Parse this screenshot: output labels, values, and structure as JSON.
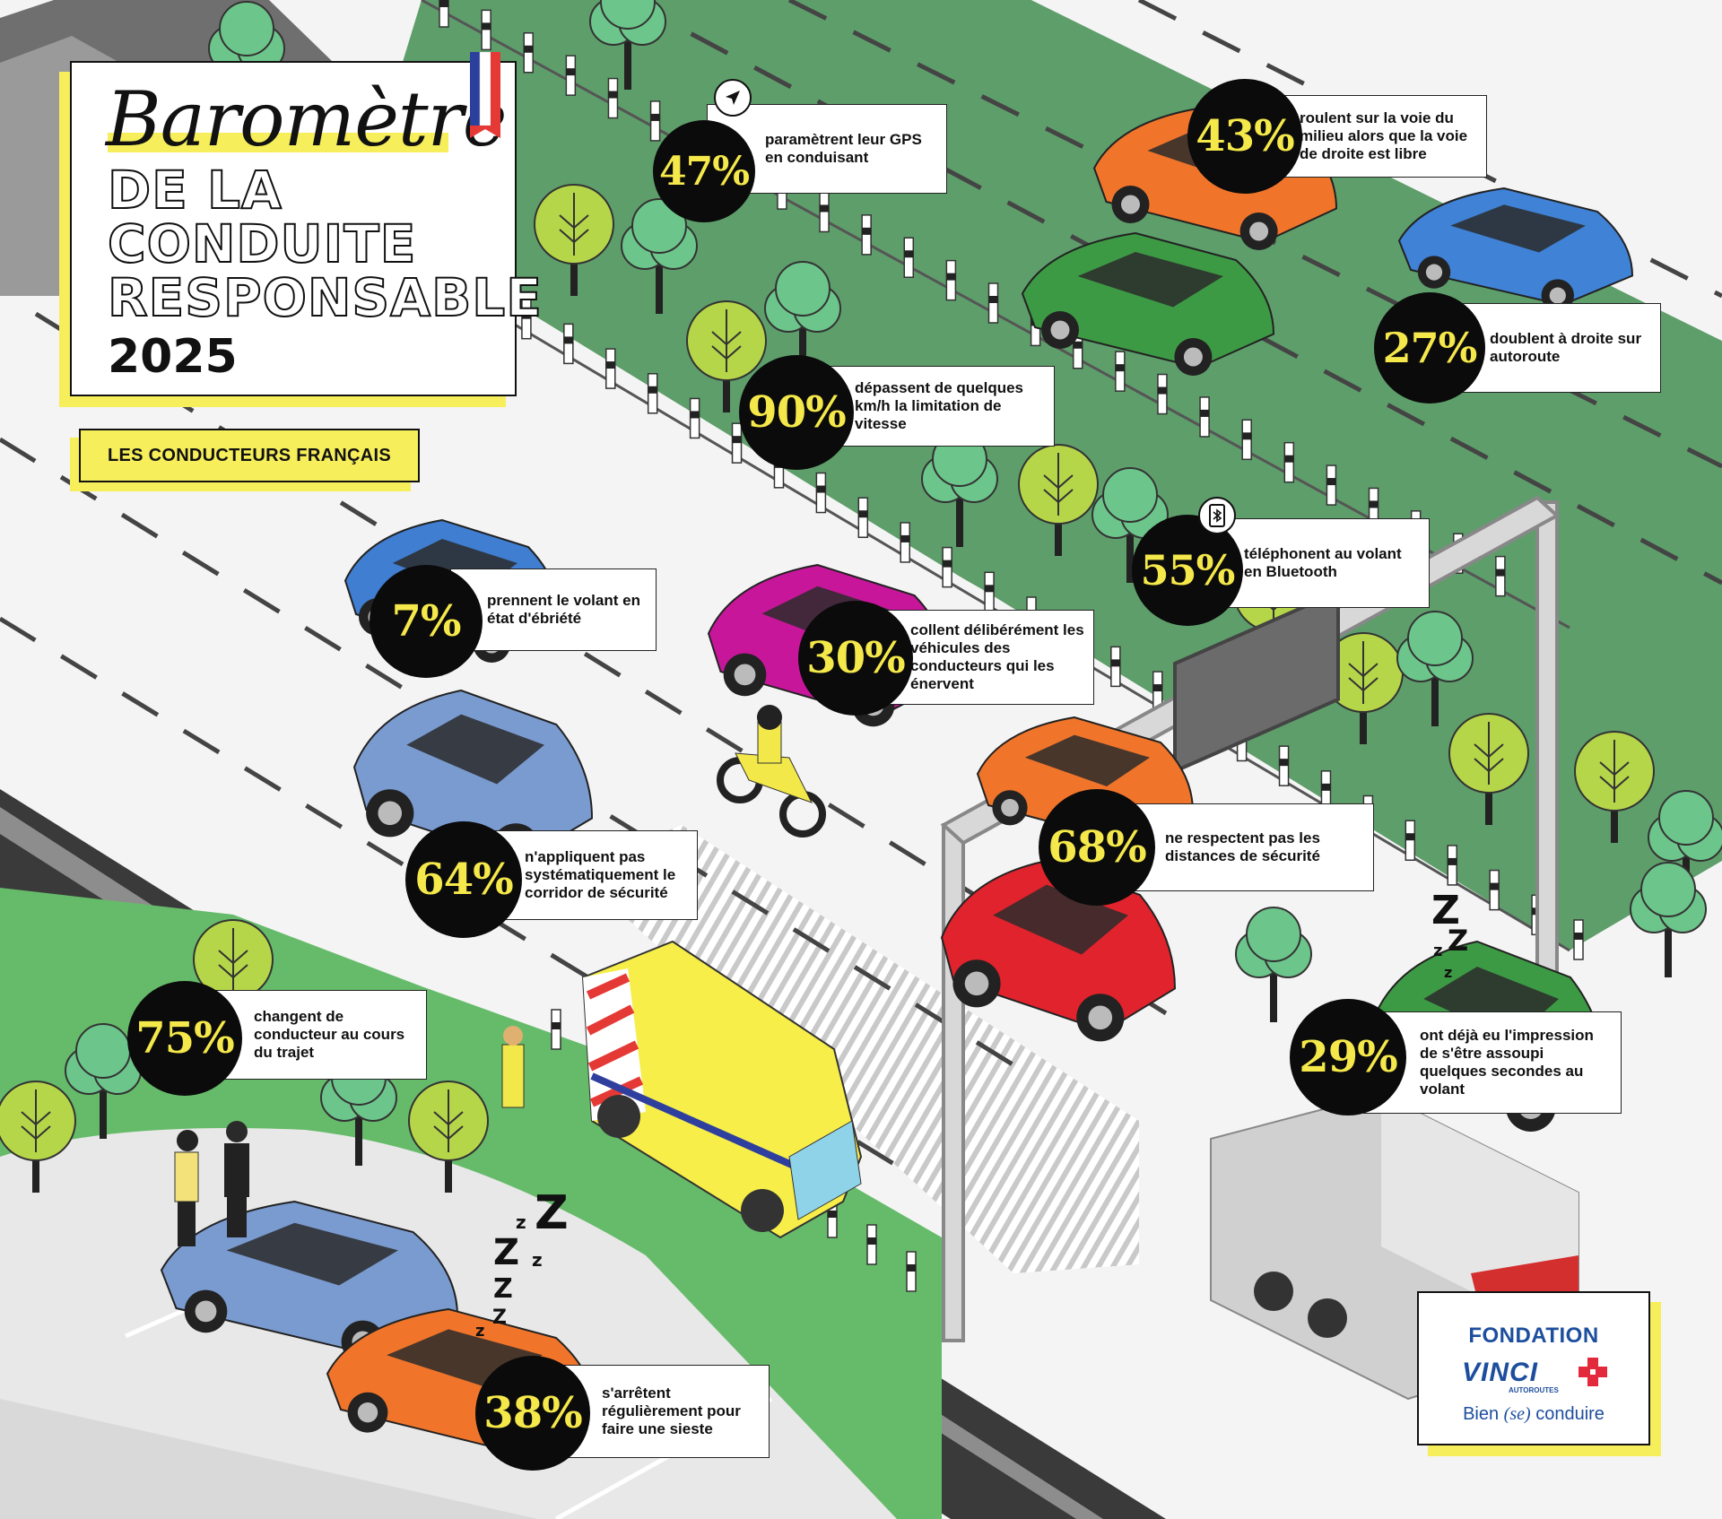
{
  "title": {
    "script": "Baromètre",
    "lines": [
      "DE LA",
      "CONDUITE",
      "RESPONSABLE"
    ],
    "year": "2025"
  },
  "subtitle": "LES CONDUCTEURS FRANÇAIS",
  "stats": [
    {
      "value": "47%",
      "text": "paramètrent leur GPS en conduisant",
      "icon": "navigation-arrow-icon"
    },
    {
      "value": "43%",
      "text": "roulent sur la voie du milieu alors que la voie de droite est libre"
    },
    {
      "value": "27%",
      "text": "doublent à droite sur autoroute"
    },
    {
      "value": "90%",
      "text": "dépassent de quelques km/h la limitation de vitesse"
    },
    {
      "value": "55%",
      "text": "téléphonent au volant en Bluetooth",
      "icon": "phone-bluetooth-icon"
    },
    {
      "value": "7%",
      "text": "prennent le volant en état d'ébriété"
    },
    {
      "value": "30%",
      "text": "collent délibérément les véhicules des conducteurs qui les énervent"
    },
    {
      "value": "68%",
      "text": "ne respectent pas les distances de sécurité"
    },
    {
      "value": "64%",
      "text": "n'appliquent pas systématiquement le corridor de sécurité"
    },
    {
      "value": "75%",
      "text": "changent de conducteur au cours du trajet"
    },
    {
      "value": "29%",
      "text": "ont déjà eu l'impression de s'être assoupi quelques secondes au volant"
    },
    {
      "value": "38%",
      "text": "s'arrêtent régulièrement pour faire une sieste"
    }
  ],
  "logo": {
    "line1": "FONDATION",
    "brand": "VINCI",
    "brand_sub": "AUTOROUTES",
    "tag_pre": "Bien ",
    "tag_it": "(se)",
    "tag_post": " conduire"
  },
  "sleep_marks": [
    "Z",
    "Z",
    "z",
    "Z",
    "z",
    "Z",
    "z",
    "Z",
    "Z",
    "z",
    "z"
  ],
  "colors": {
    "highlight": "#f6ee5a",
    "stat_number": "#f5e84a",
    "median_green": "#5e9e6b",
    "verge_green": "#66bb6a",
    "tree_light": "#b6d64a",
    "tree_mid": "#6cc58a",
    "logo_blue": "#1d4e9e",
    "logo_red": "#e3293c"
  }
}
